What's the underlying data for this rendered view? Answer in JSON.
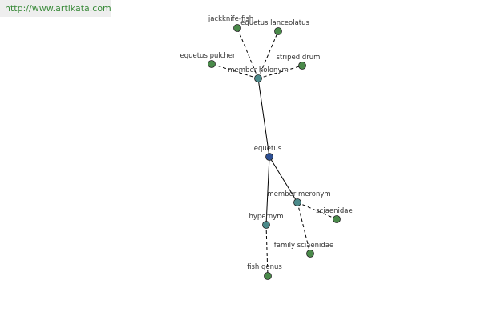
{
  "source_url": "http://www.artikata.com",
  "colors": {
    "center_node": "#2d4f93",
    "relation_node": "#4b8a8a",
    "leaf_node": "#4a8a4a",
    "edge": "#000000",
    "label": "#333333",
    "url_text": "#3a8a3a",
    "url_bg": "#eeeeee"
  },
  "graph": {
    "center": "equetus",
    "relations": [
      {
        "label": "member holonym",
        "members": [
          "jackknife-fish",
          "equetus lanceolatus",
          "equetus pulcher",
          "striped drum"
        ]
      },
      {
        "label": "member meronym",
        "members": [
          "sciaenidae",
          "family sciaenidae"
        ]
      },
      {
        "label": "hypernym",
        "members": [
          "fish genus"
        ]
      }
    ]
  }
}
